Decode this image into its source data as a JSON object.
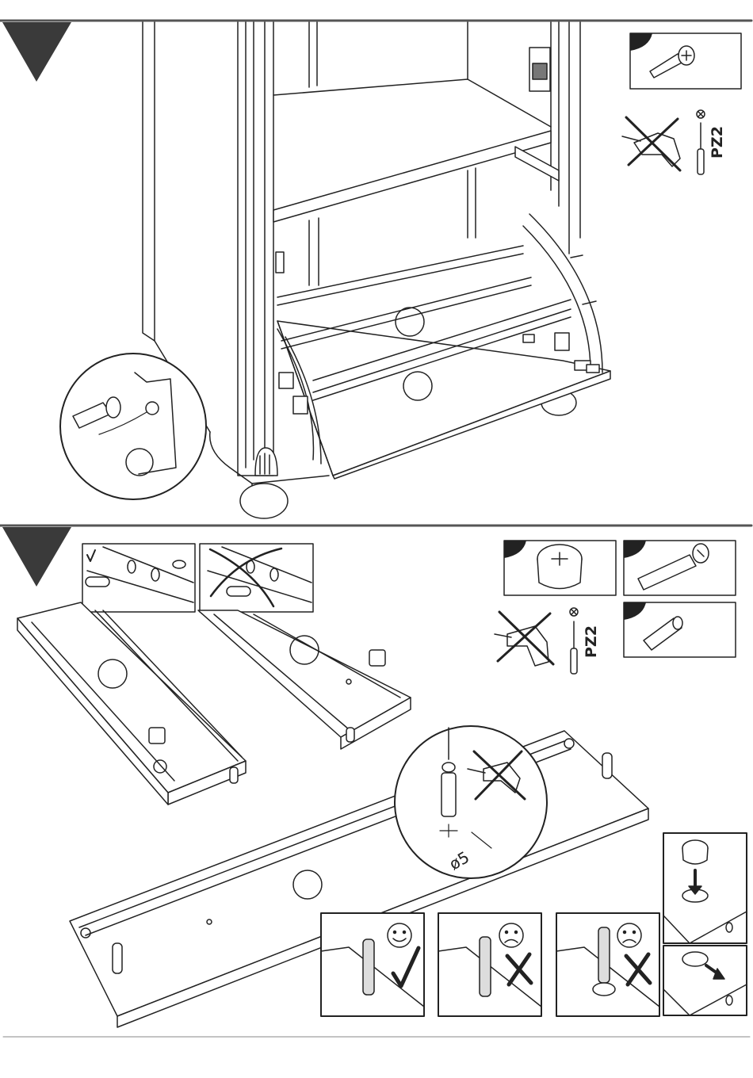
{
  "steps": [
    {
      "tool_label": "PZ2",
      "hardware": [
        "screw-icon"
      ],
      "tools": [
        "drill-prohibited-icon",
        "screwdriver-icon"
      ]
    },
    {
      "tool_label": "PZ2",
      "hardware": [
        "cam-lock-icon",
        "cam-bolt-icon",
        "wooden-dowel-icon"
      ],
      "tools": [
        "drill-prohibited-icon",
        "screwdriver-icon"
      ],
      "bolt_detail_label": "ø5"
    }
  ],
  "colors": {
    "line": "#222222",
    "step_marker": "#3a3a3a",
    "tick_green": "#000000"
  }
}
